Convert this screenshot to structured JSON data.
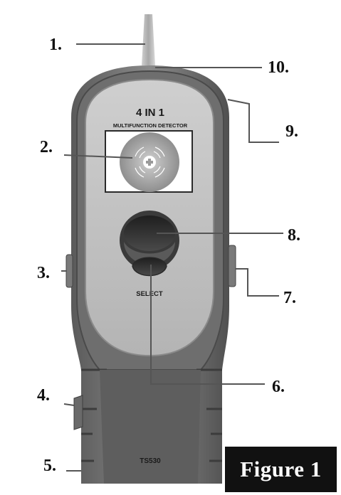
{
  "device": {
    "title": "4 IN 1",
    "subtitle": "MULTIFUNCTION DETECTOR",
    "select_label": "SELECT",
    "model": "TS530"
  },
  "callouts": [
    "1.",
    "2.",
    "3.",
    "4.",
    "5.",
    "6.",
    "7.",
    "8.",
    "9.",
    "10."
  ],
  "figure_label": "Figure 1"
}
